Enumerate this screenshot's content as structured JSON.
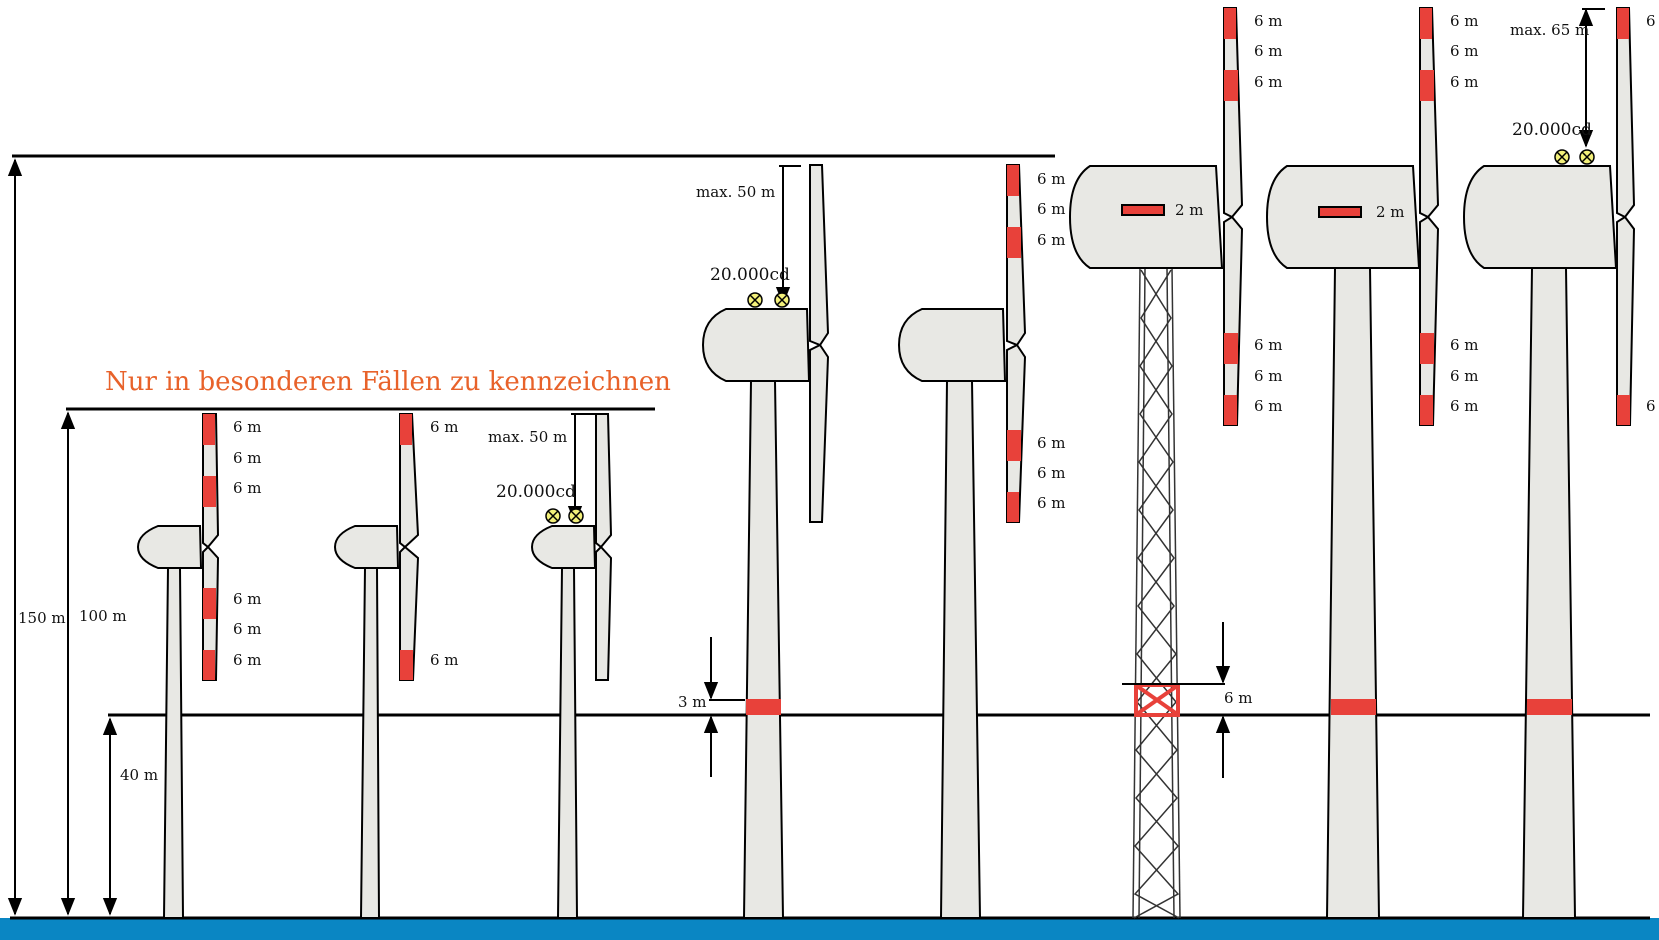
{
  "colors": {
    "ground": "#0a86c3",
    "turbine_fill": "#e8e8e4",
    "marking": "#e8413a",
    "light_fill": "#f3f07a",
    "note": "#e8622a",
    "line": "#000000"
  },
  "heights": {
    "h150": "150 m",
    "h100": "100 m",
    "h40": "40 m"
  },
  "note": "Nur in besonderen Fällen zu kennzeichnen",
  "labels": {
    "six_m": "6 m",
    "two_m": "2 m",
    "three_m": "3 m",
    "max50": "max. 50 m",
    "max65": "max. 65 m",
    "candela": "20.000cd"
  }
}
